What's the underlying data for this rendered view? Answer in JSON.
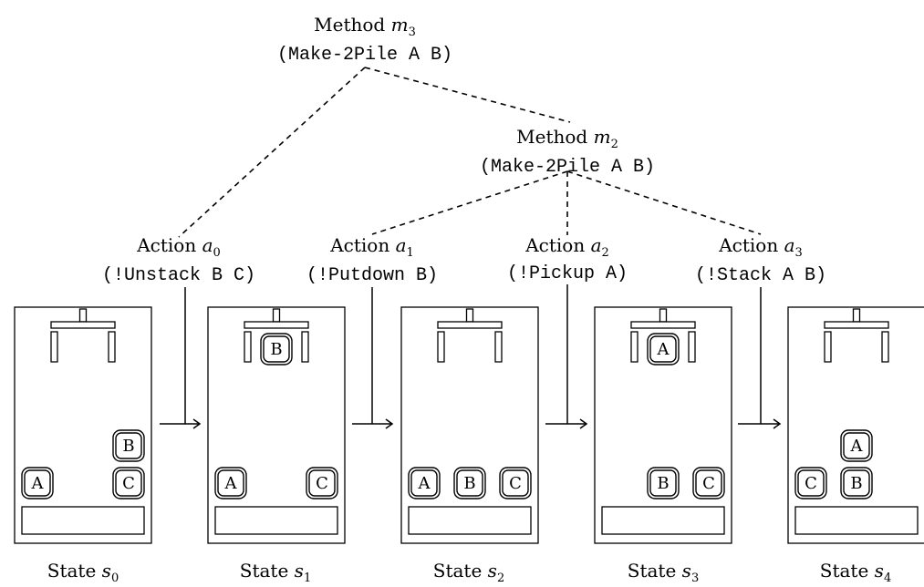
{
  "methods": [
    {
      "id": "m3",
      "label": "Method",
      "var": "m",
      "sub": "3",
      "call": "(Make-2Pile A B)"
    },
    {
      "id": "m2",
      "label": "Method",
      "var": "m",
      "sub": "2",
      "call": "(Make-2Pile A B)"
    }
  ],
  "actions": [
    {
      "id": "a0",
      "label": "Action",
      "var": "a",
      "sub": "0",
      "call": "(!Unstack B C)"
    },
    {
      "id": "a1",
      "label": "Action",
      "var": "a",
      "sub": "1",
      "call": "(!Putdown B)"
    },
    {
      "id": "a2",
      "label": "Action",
      "var": "a",
      "sub": "2",
      "call": "(!Pickup A)"
    },
    {
      "id": "a3",
      "label": "Action",
      "var": "a",
      "sub": "3",
      "call": "(!Stack A B)"
    }
  ],
  "states": [
    {
      "id": "s0",
      "label": "State",
      "var": "s",
      "sub": "0",
      "held": "",
      "table": {
        "left": [
          "A"
        ],
        "middle": [],
        "right": [
          "C",
          "B"
        ]
      }
    },
    {
      "id": "s1",
      "label": "State",
      "var": "s",
      "sub": "1",
      "held": "B",
      "table": {
        "left": [
          "A"
        ],
        "middle": [],
        "right": [
          "C"
        ]
      }
    },
    {
      "id": "s2",
      "label": "State",
      "var": "s",
      "sub": "2",
      "held": "",
      "table": {
        "left": [
          "A"
        ],
        "middle": [
          "B"
        ],
        "right": [
          "C"
        ]
      }
    },
    {
      "id": "s3",
      "label": "State",
      "var": "s",
      "sub": "3",
      "held": "A",
      "table": {
        "left": [],
        "middle": [
          "B"
        ],
        "right": [
          "C"
        ]
      }
    },
    {
      "id": "s4",
      "label": "State",
      "var": "s",
      "sub": "4",
      "held": "",
      "table": {
        "left": [
          "C"
        ],
        "middle": [
          "B",
          "A"
        ],
        "right": []
      }
    }
  ]
}
